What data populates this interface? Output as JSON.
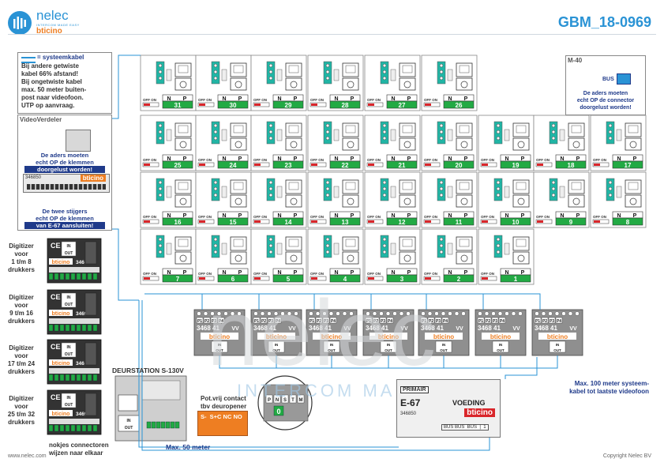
{
  "header": {
    "logo_name": "nelec",
    "logo_tagline": "INTERCOM MADE EASY",
    "logo_brand": "bticino",
    "doc_code": "GBM_18-0969"
  },
  "notes": {
    "systeemkabel_legend": "= systeemkabel",
    "systeemkabel_lines": [
      "Bij andere getwiste",
      "kabel 66% afstand!",
      "Bij ongetwiste kabel",
      "max. 50 meter buiten-",
      "post naar videofoon.",
      "UTP op aanvraag."
    ],
    "videoverdeler_title": "VideoVerdeler",
    "videoverdeler_note": [
      "De aders moeten",
      "echt OP de klemmen",
      "doorgelust worden!"
    ],
    "module_code": "346850",
    "module_brand": "bticino",
    "stijgers_note": [
      "De twee stijgers",
      "echt OP de klemmen",
      "van E-67 aansluiten!"
    ],
    "m40_title": "M-40",
    "m40_bus": "BUS",
    "m40_note": [
      "De aders moeten",
      "echt OP de connector",
      "doorgelust worden!"
    ]
  },
  "videophones": {
    "switch_label": "OFF ON",
    "n_label": "N",
    "p_label": "P",
    "numbers_row1": [
      "31",
      "30",
      "29",
      "28",
      "27",
      "26"
    ],
    "numbers_row2": [
      "25",
      "24",
      "23",
      "22",
      "21",
      "20",
      "19",
      "18",
      "17"
    ],
    "numbers_row3": [
      "16",
      "15",
      "14",
      "13",
      "12",
      "11",
      "10",
      "9",
      "8"
    ],
    "numbers_row4": [
      "7",
      "6",
      "5",
      "4",
      "3",
      "2",
      "1"
    ]
  },
  "distributors": {
    "code": "3468 41",
    "ports": [
      "P1",
      "P2",
      "P3",
      "P4"
    ],
    "vv": "VV",
    "brand": "bticino",
    "in": "IN",
    "out": "OUT",
    "count": 7
  },
  "digitizers": {
    "labels": [
      [
        "Digitizer",
        "voor",
        "1 t/m 8",
        "drukkers"
      ],
      [
        "Digitizer",
        "voor",
        "9 t/m 16",
        "drukkers"
      ],
      [
        "Digitizer",
        "voor",
        "17 t/m 24",
        "drukkers"
      ],
      [
        "Digitizer",
        "voor",
        "25 t/m 32",
        "drukkers"
      ]
    ],
    "brand": "bticino",
    "codes": [
      "346",
      "34699",
      "346",
      "346993"
    ],
    "ce": "CE",
    "in": "IN",
    "out": "OUT",
    "connector_note": [
      "nokjes connectoren",
      "wijzen naar elkaar"
    ]
  },
  "door_station": {
    "title": "DEURSTATION S-130V",
    "in": "IN",
    "out": "OUT",
    "contact_label": [
      "Pot.vrij contact",
      "tbv deuropener"
    ],
    "terminals": "S-  S+C NC NO",
    "max_cable": "Max. 50 meter"
  },
  "zoom": {
    "letters": [
      "P",
      "N",
      "S",
      "T",
      "M"
    ],
    "number": "0"
  },
  "power_supply": {
    "primary": "PRIMAIR",
    "model": "E-67",
    "voeding": "VOEDING",
    "code": "346850",
    "brand": "bticino",
    "terminals": "BUS BUS  BUS  |  1"
  },
  "max_100": [
    "Max. 100 meter systeem-",
    "kabel tot laatste videofoon"
  ],
  "watermark": {
    "big": "nelec",
    "tagline": "INTERCOM MADE EASY"
  },
  "footer": {
    "website": "www.nelec.com",
    "copyright": "Copyright Nelec BV"
  },
  "colors": {
    "brand_blue": "#2a93d5",
    "dark_blue": "#1f3a8a",
    "green": "#22aa44",
    "orange": "#ee7e22",
    "red": "#d9262b"
  }
}
